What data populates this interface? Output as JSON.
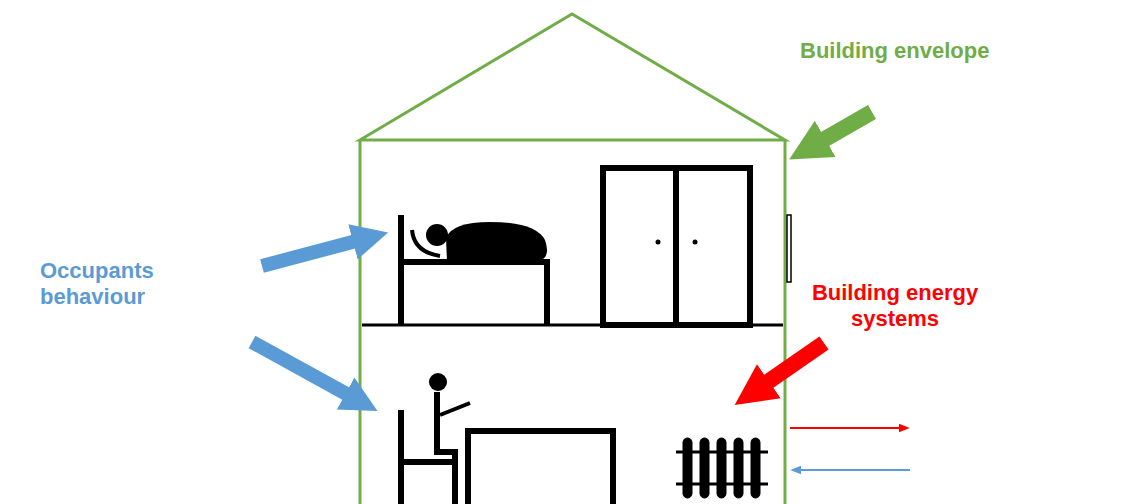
{
  "diagram": {
    "labels": [
      "Building envelope",
      "Occupants behaviour",
      "Building energy systems"
    ]
  }
}
